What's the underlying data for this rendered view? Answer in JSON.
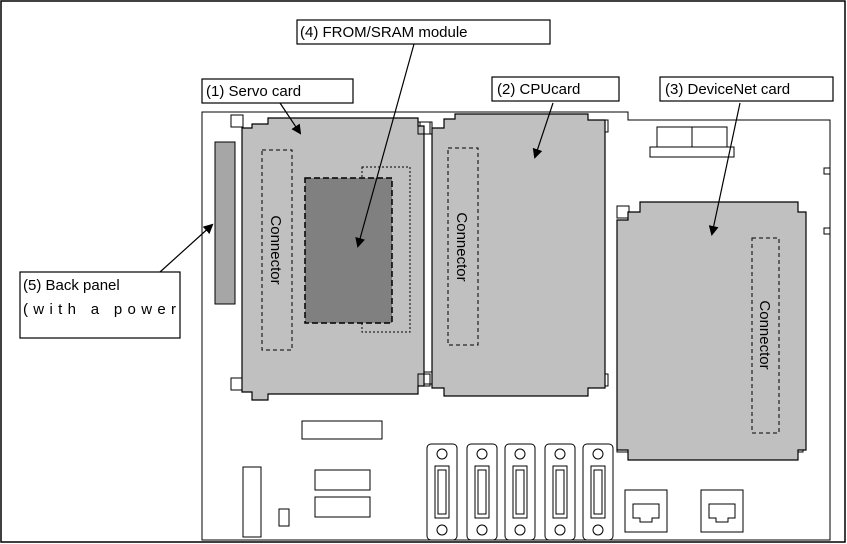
{
  "labels": {
    "servo_card": "(1) Servo card",
    "cpu_card": "(2) CPUcard",
    "devicenet_card": "(3) DeviceNet card",
    "from_sram_module": "(4) FROM/SRAM module",
    "back_panel_line1": "(5) Back panel",
    "back_panel_line2": "(with a power"
  },
  "connector_label": "Connector",
  "colors": {
    "card_fill": "#c0c0c0",
    "module_fill": "#808080",
    "back_panel_fill": "#a6a6a6",
    "line": "#000000"
  }
}
